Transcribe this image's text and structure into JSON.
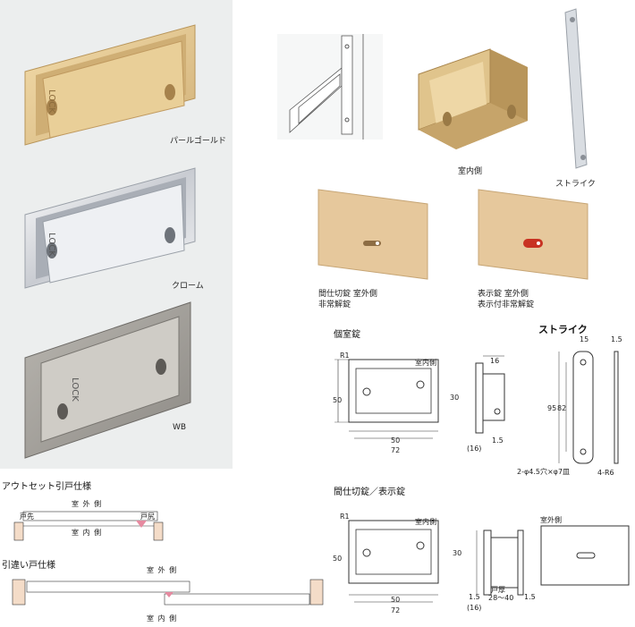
{
  "products": {
    "pearl_gold": {
      "label": "パールゴールド",
      "plate_text": "LOCK"
    },
    "chrome": {
      "label": "クローム",
      "plate_text": "LOCK"
    },
    "wb": {
      "label": "WB",
      "plate_text": "LOCK"
    }
  },
  "illustrations": {
    "indoor_side_label": "室内側",
    "strike_label": "ストライク",
    "partition_label_1": "間仕切錠 室外側",
    "partition_label_2": "非常解錠",
    "indicator_label_1": "表示錠 室外側",
    "indicator_label_2": "表示付非常解錠"
  },
  "install": {
    "outset_title": "アウトセット引戸仕様",
    "outset_outside": "室 外 側",
    "outset_inside": "室 内 側",
    "door_front": "戸先",
    "door_back": "戸尻",
    "sliding_title": "引違い戸仕様",
    "sliding_outside": "室 外 側",
    "sliding_inside": "室 内 側"
  },
  "drawing_private": {
    "title": "個室錠",
    "r1": "R1",
    "indoor": "室内側",
    "d50": "50",
    "d50w": "50",
    "d72": "72",
    "d16": "16",
    "d30": "30",
    "d16p": "(16)",
    "d15": "1.5"
  },
  "drawing_strike": {
    "title": "ストライク",
    "d15": "15",
    "d15t": "1.5",
    "d95": "95",
    "d82": "82",
    "holes": "2-φ4.5穴×φ7皿",
    "r6": "4-R6"
  },
  "drawing_partition": {
    "title": "間仕切錠／表示錠",
    "r1": "R1",
    "indoor": "室内側",
    "outdoor": "室外側",
    "d50": "50",
    "d50w": "50",
    "d72": "72",
    "d30": "30",
    "door_thickness_label": "戸厚",
    "door_thickness": "28〜40",
    "d15a": "1.5",
    "d15b": "1.5",
    "d16p": "(16)"
  }
}
